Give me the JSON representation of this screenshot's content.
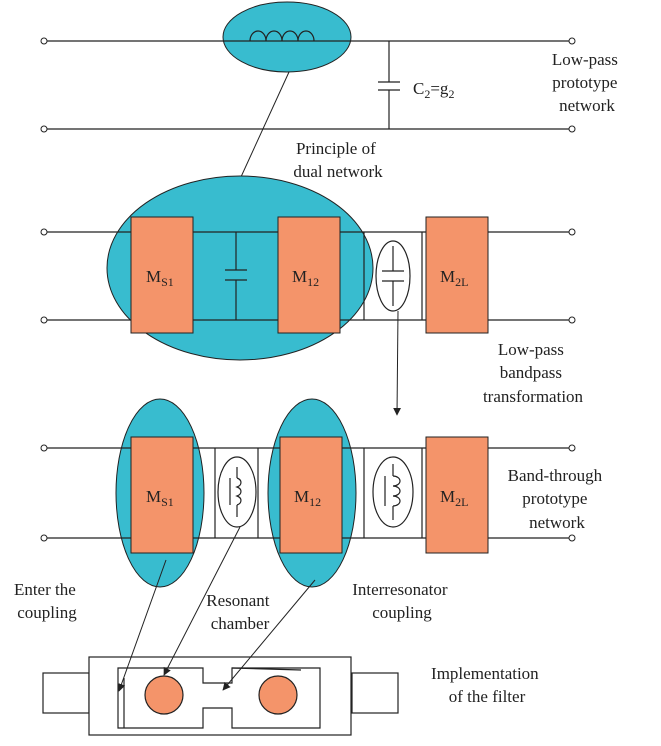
{
  "labels": {
    "lowpass_prototype": [
      "Low-pass",
      "prototype",
      "network"
    ],
    "capacitor_c2": "C",
    "capacitor_c2_sub": "2",
    "capacitor_c2_eq": "=g",
    "capacitor_c2_eq_sub": "2",
    "dual_principle": [
      "Principle of",
      "dual network"
    ],
    "lowpass_bandpass": [
      "Low-pass",
      "bandpass",
      "transformation"
    ],
    "bandthrough_prototype": [
      "Band-through",
      "prototype",
      "network"
    ],
    "enter_coupling": [
      "Enter the",
      "coupling"
    ],
    "resonant_chamber": [
      "Resonant",
      "chamber"
    ],
    "interresonator_coupling": [
      "Interresonator",
      "coupling"
    ],
    "implementation": [
      "Implementation",
      "of the filter"
    ]
  },
  "blocks": {
    "ms1": {
      "main": "M",
      "sub": "S1"
    },
    "m12": {
      "main": "M",
      "sub": "12"
    },
    "m2l": {
      "main": "M",
      "sub": "2L"
    }
  },
  "colors": {
    "highlight": "#38bccf",
    "block": "#f4946a",
    "line": "#222222"
  }
}
